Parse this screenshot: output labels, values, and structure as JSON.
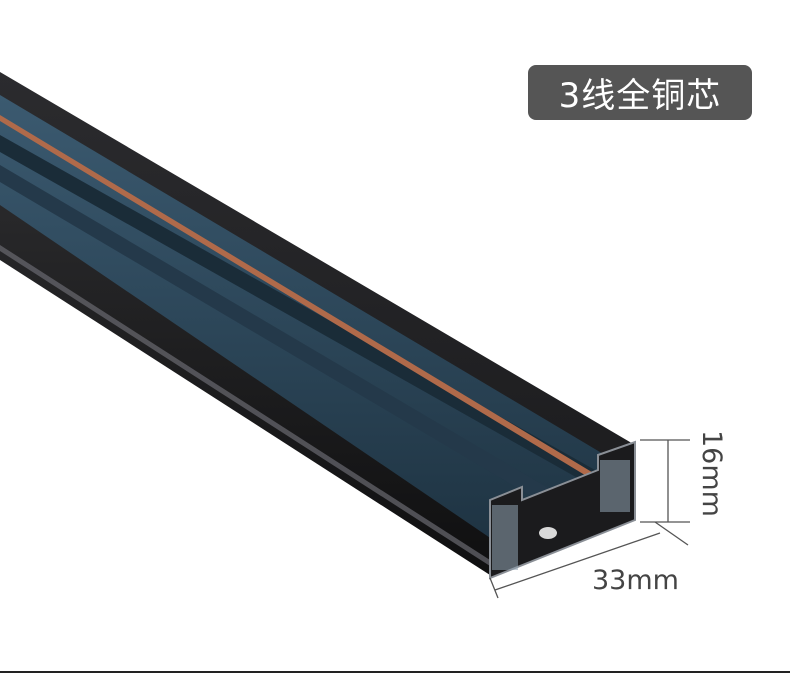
{
  "badge": {
    "label": "3线全铜芯"
  },
  "dimensions": {
    "width_label": "33mm",
    "height_label": "16mm"
  },
  "colors": {
    "rail_body": "#1f1f21",
    "insulator": "#2e4a5e",
    "copper": "#b06a4a",
    "badge_bg": "#555555"
  }
}
